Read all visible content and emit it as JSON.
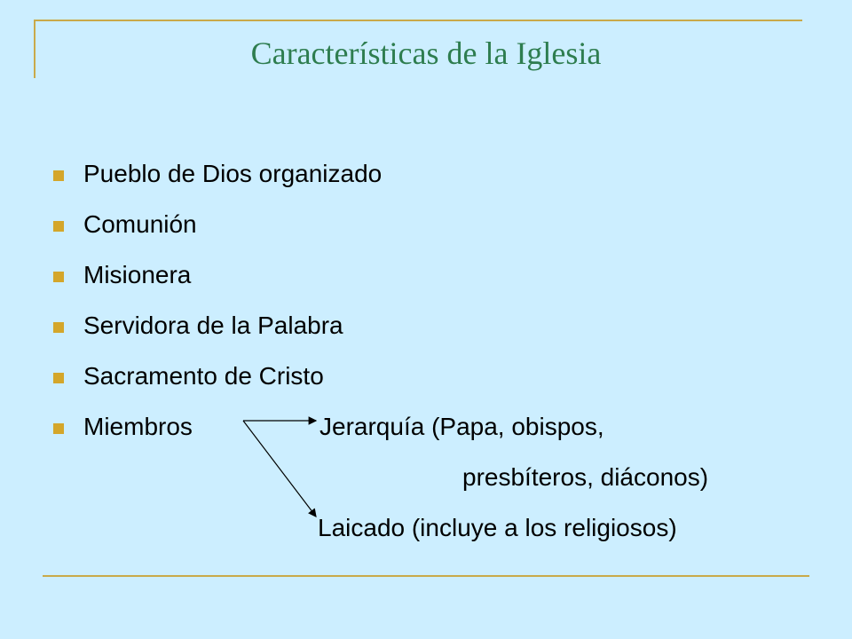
{
  "title": "Características de la Iglesia",
  "bullets": [
    {
      "label": "Pueblo de Dios organizado"
    },
    {
      "label": "Comunión"
    },
    {
      "label": "Misionera"
    },
    {
      "label": "Servidora de la Palabra"
    },
    {
      "label": "Sacramento de Cristo"
    },
    {
      "label": "Miembros"
    }
  ],
  "members": {
    "hierarchy_line1": "Jerarquía (Papa, obispos,",
    "hierarchy_line2": "presbíteros, diáconos)",
    "laity": "Laicado (incluye a los religiosos)"
  },
  "colors": {
    "background": "#cceeff",
    "title": "#2e7d4f",
    "bullet": "#d4a62a",
    "frame": "#c9a94a"
  }
}
